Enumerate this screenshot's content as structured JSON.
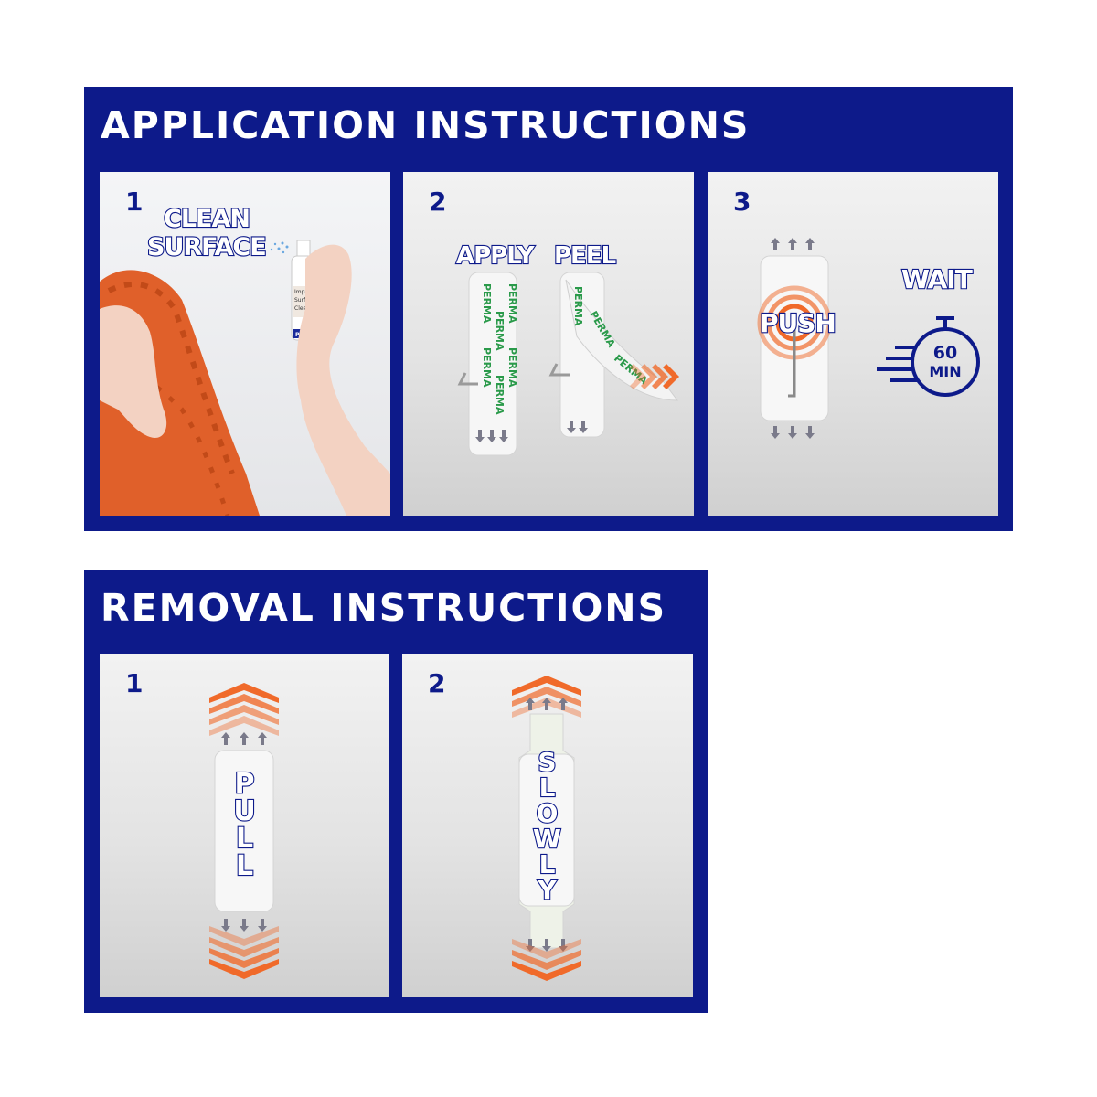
{
  "colors": {
    "navy": "#0d1a8a",
    "orange": "#f06a2a",
    "green": "#2a9a4a",
    "white": "#ffffff"
  },
  "application": {
    "title": "APPLICATION INSTRUCTIONS",
    "steps": [
      {
        "number": "1",
        "label_lines": [
          "CLEAN",
          "SURFACE"
        ],
        "bottle_lines": [
          "Impr...",
          "Surfac...",
          "Cleane..."
        ],
        "bottle_brand": "PERMA"
      },
      {
        "number": "2",
        "label_apply": "APPLY",
        "label_peel": "PEEL",
        "tape_brand": "PERMA"
      },
      {
        "number": "3",
        "label_push": "PUSH",
        "label_wait": "WAIT",
        "timer_value": "60",
        "timer_unit": "MIN"
      }
    ]
  },
  "removal": {
    "title": "REMOVAL INSTRUCTIONS",
    "steps": [
      {
        "number": "1",
        "label": "PULL",
        "letters": [
          "P",
          "U",
          "L",
          "L"
        ]
      },
      {
        "number": "2",
        "label": "SLOWLY",
        "letters": [
          "S",
          "L",
          "O",
          "W",
          "L",
          "Y"
        ]
      }
    ]
  }
}
